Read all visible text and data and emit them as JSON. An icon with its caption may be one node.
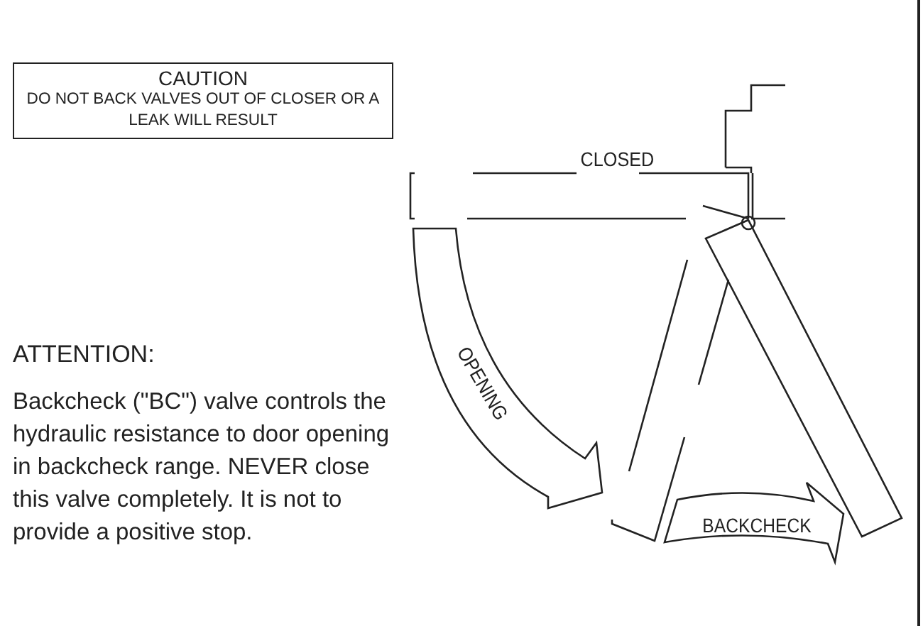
{
  "diagram": {
    "nodes": [
      {
        "text": [
          "CAUTION",
          "DO NOT BACK VALVES OUT OF CLOSER OR A LEAK WILL RESULT"
        ]
      },
      {
        "text": [
          "OPENING"
        ]
      },
      {
        "text": [
          "BACKCHECK"
        ]
      }
    ],
    "labels": [
      "CLOSED",
      "ATTENTION:",
      "Backcheck (\"BC\") valve controls the hydraulic resistance to door opening in backcheck range. NEVER close this valve completely. It is not to provide a positive stop."
    ]
  }
}
